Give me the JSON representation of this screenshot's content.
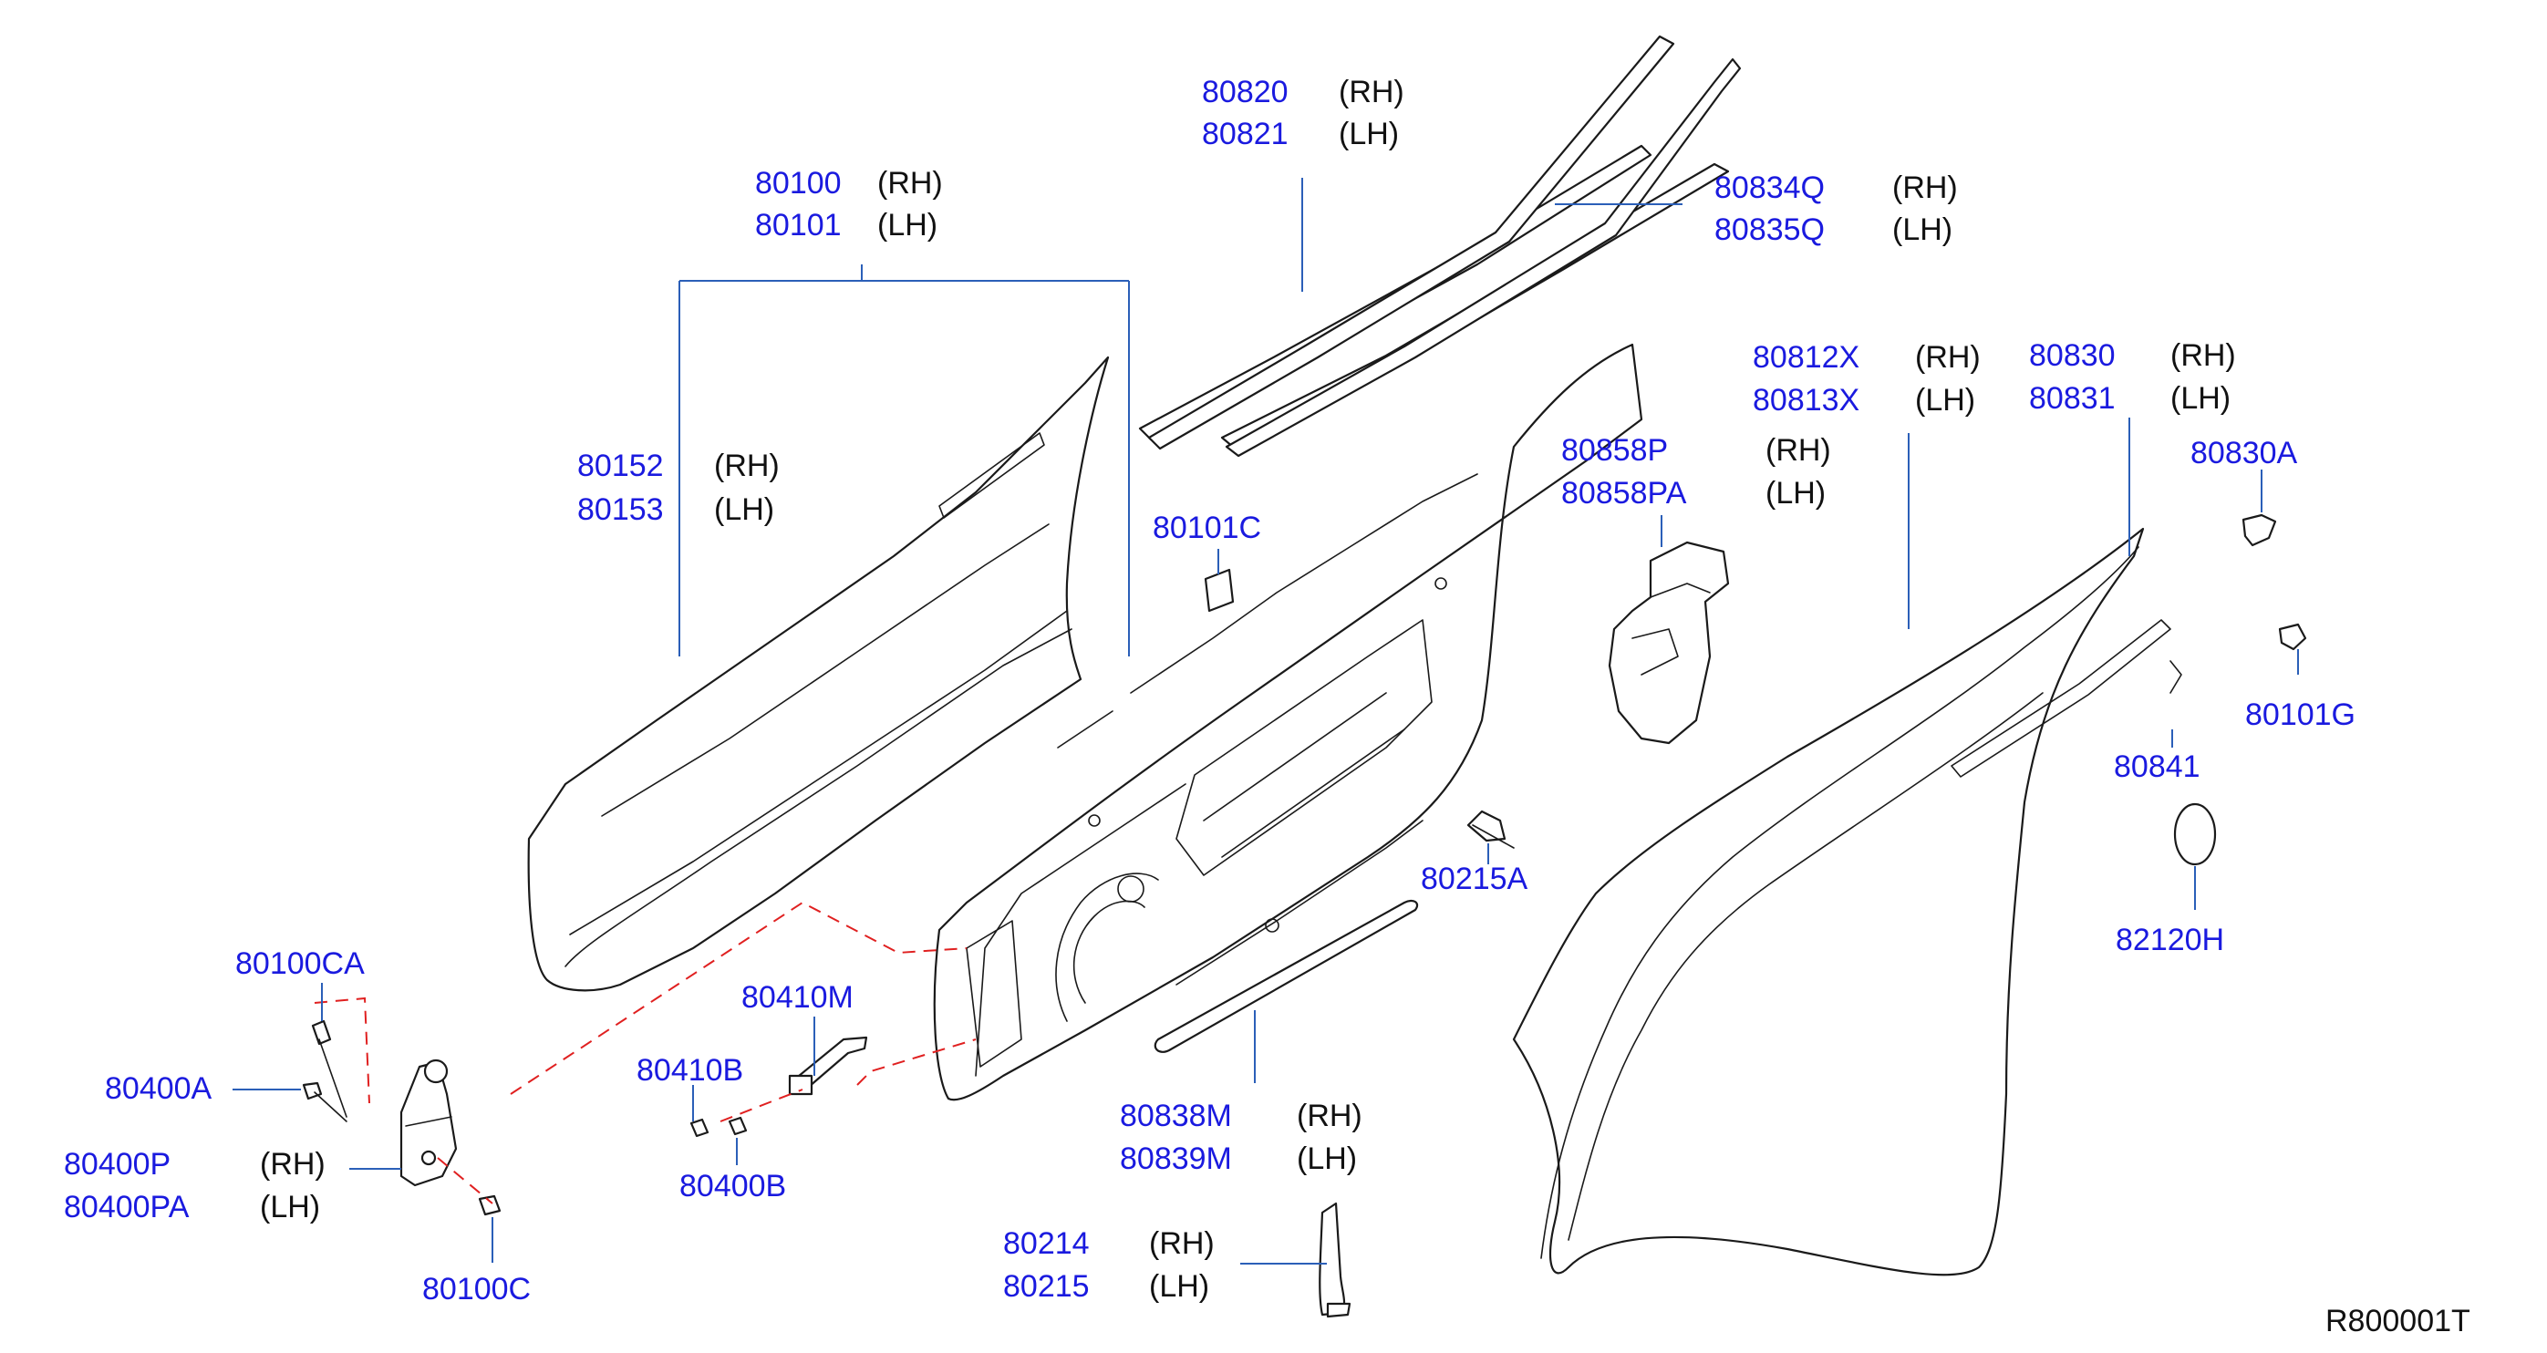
{
  "callouts": {
    "p80820": {
      "num": "80820",
      "side": "(RH)"
    },
    "p80821": {
      "num": "80821",
      "side": "(LH)"
    },
    "p80100": {
      "num": "80100",
      "side": "(RH)"
    },
    "p80101": {
      "num": "80101",
      "side": "(LH)"
    },
    "p80834q": {
      "num": "80834Q",
      "side": "(RH)"
    },
    "p80835q": {
      "num": "80835Q",
      "side": "(LH)"
    },
    "p80812x": {
      "num": "80812X",
      "side": "(RH)"
    },
    "p80813x": {
      "num": "80813X",
      "side": "(LH)"
    },
    "p80830": {
      "num": "80830",
      "side": "(RH)"
    },
    "p80831": {
      "num": "80831",
      "side": "(LH)"
    },
    "p80858p": {
      "num": "80858P",
      "side": "(RH)"
    },
    "p80858pa": {
      "num": "80858PA",
      "side": "(LH)"
    },
    "p80152": {
      "num": "80152",
      "side": "(RH)"
    },
    "p80153": {
      "num": "80153",
      "side": "(LH)"
    },
    "p80101c": {
      "num": "80101C"
    },
    "p80830a": {
      "num": "80830A"
    },
    "p80101g": {
      "num": "80101G"
    },
    "p80841": {
      "num": "80841"
    },
    "p82120h": {
      "num": "82120H"
    },
    "p80215a": {
      "num": "80215A"
    },
    "p80100ca": {
      "num": "80100CA"
    },
    "p80400a": {
      "num": "80400A"
    },
    "p80400p": {
      "num": "80400P",
      "side": "(RH)"
    },
    "p80400pa": {
      "num": "80400PA",
      "side": "(LH)"
    },
    "p80100c": {
      "num": "80100C"
    },
    "p80410m": {
      "num": "80410M"
    },
    "p80410b": {
      "num": "80410B"
    },
    "p80400b": {
      "num": "80400B"
    },
    "p80838m": {
      "num": "80838M",
      "side": "(RH)"
    },
    "p80839m": {
      "num": "80839M",
      "side": "(LH)"
    },
    "p80214": {
      "num": "80214",
      "side": "(RH)"
    },
    "p80215": {
      "num": "80215",
      "side": "(LH)"
    }
  },
  "reference_code": "R800001T",
  "colors": {
    "part_number": "#1a1adf",
    "leader_line": "#2b5fb8",
    "hidden_line": "#e02020",
    "outline": "#1a1a1a"
  }
}
